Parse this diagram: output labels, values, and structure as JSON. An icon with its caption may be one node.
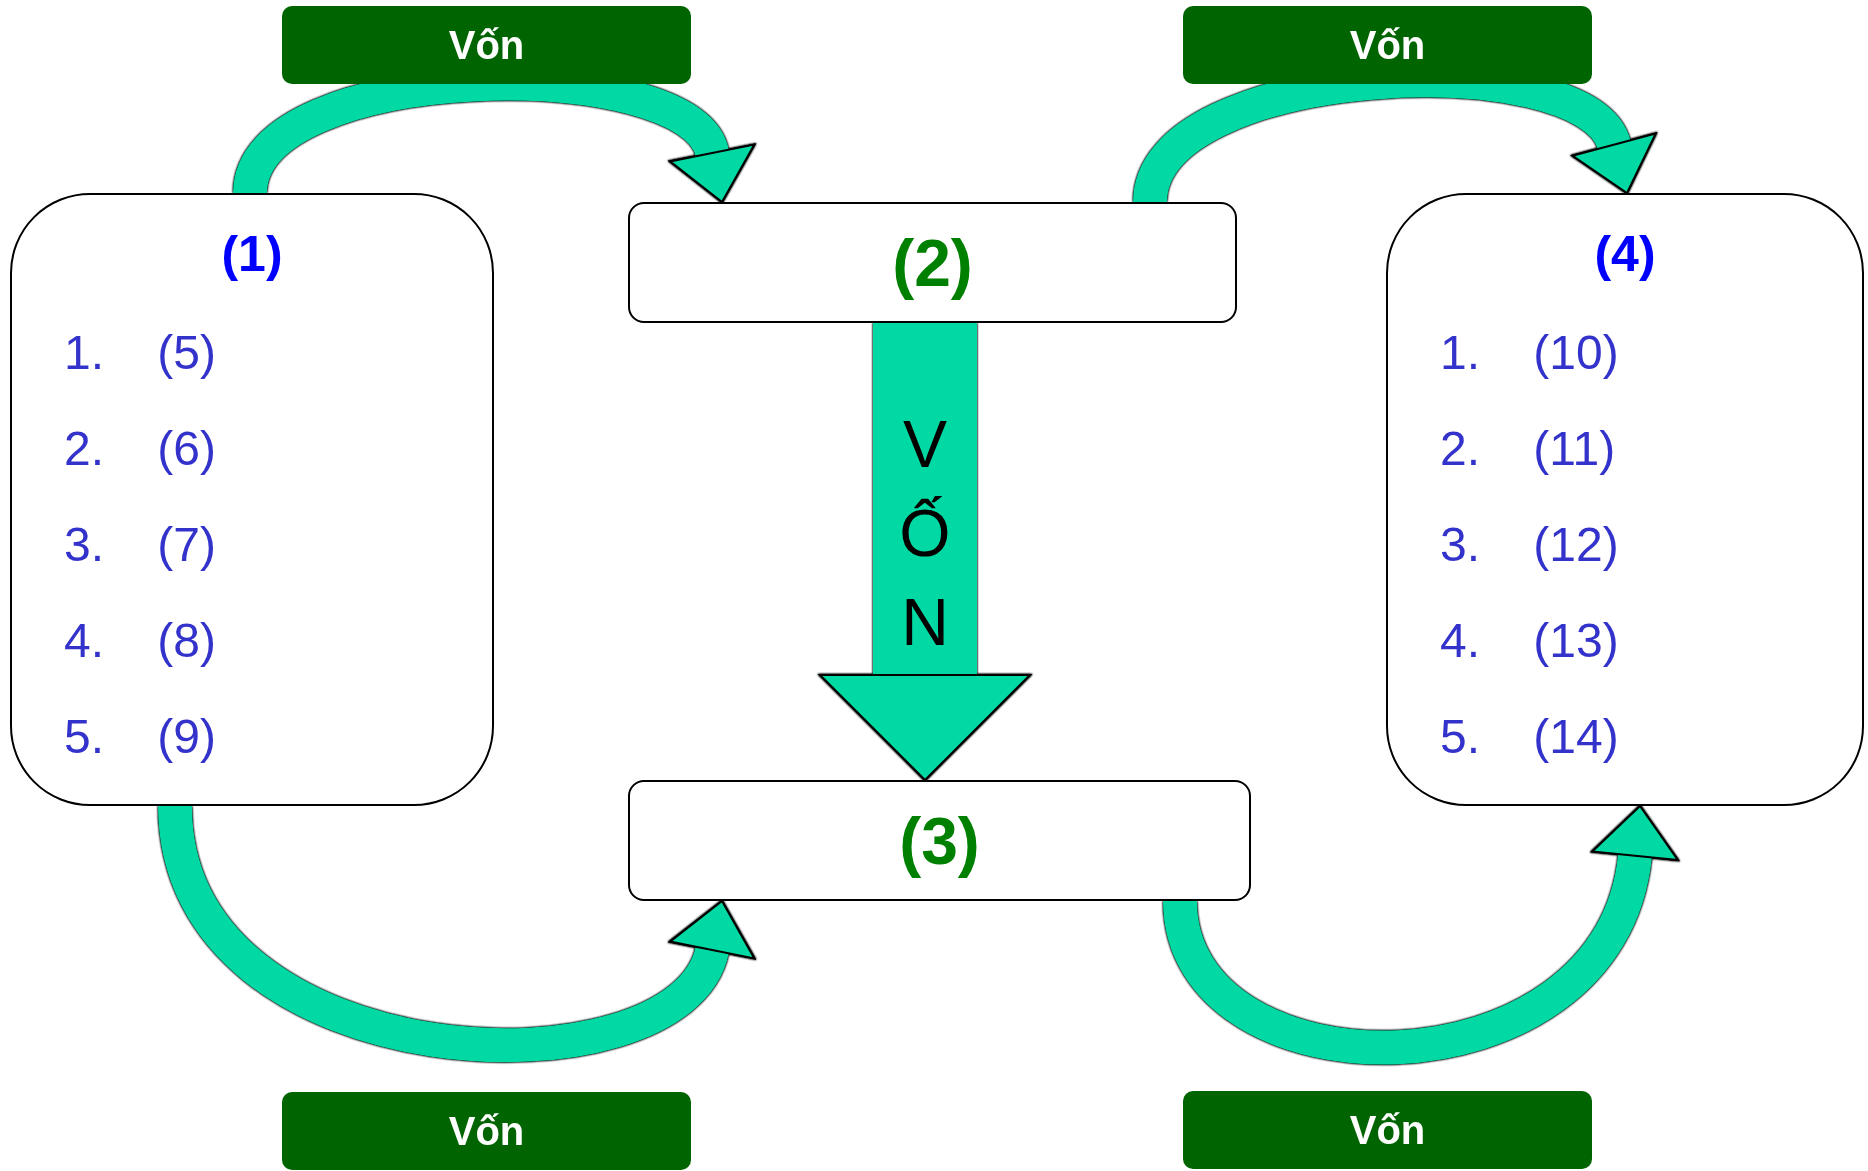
{
  "diagram": {
    "nodes": [
      {
        "text": [
          "(1)",
          "1. (5)",
          "2. (6)",
          "3. (7)",
          "4. (8)",
          "5. (9)"
        ]
      },
      {
        "text": [
          "(2)"
        ]
      },
      {
        "text": [
          "(3)"
        ]
      },
      {
        "text": [
          "(4)",
          "1. (10)",
          "2. (11)",
          "3. (12)",
          "4. (13)",
          "5. (14)"
        ]
      }
    ],
    "edges": [
      {
        "from": 0,
        "to": 1,
        "arrow": "to",
        "label": "Vốn"
      },
      {
        "from": 1,
        "to": 3,
        "arrow": "to",
        "label": "Vốn"
      },
      {
        "from": 0,
        "to": 2,
        "arrow": "to",
        "label": "Vốn"
      },
      {
        "from": 2,
        "to": 3,
        "arrow": "to",
        "label": "Vốn"
      },
      {
        "from": 1,
        "to": 2,
        "arrow": "to",
        "label": "VỐN",
        "style": "thick"
      }
    ]
  }
}
